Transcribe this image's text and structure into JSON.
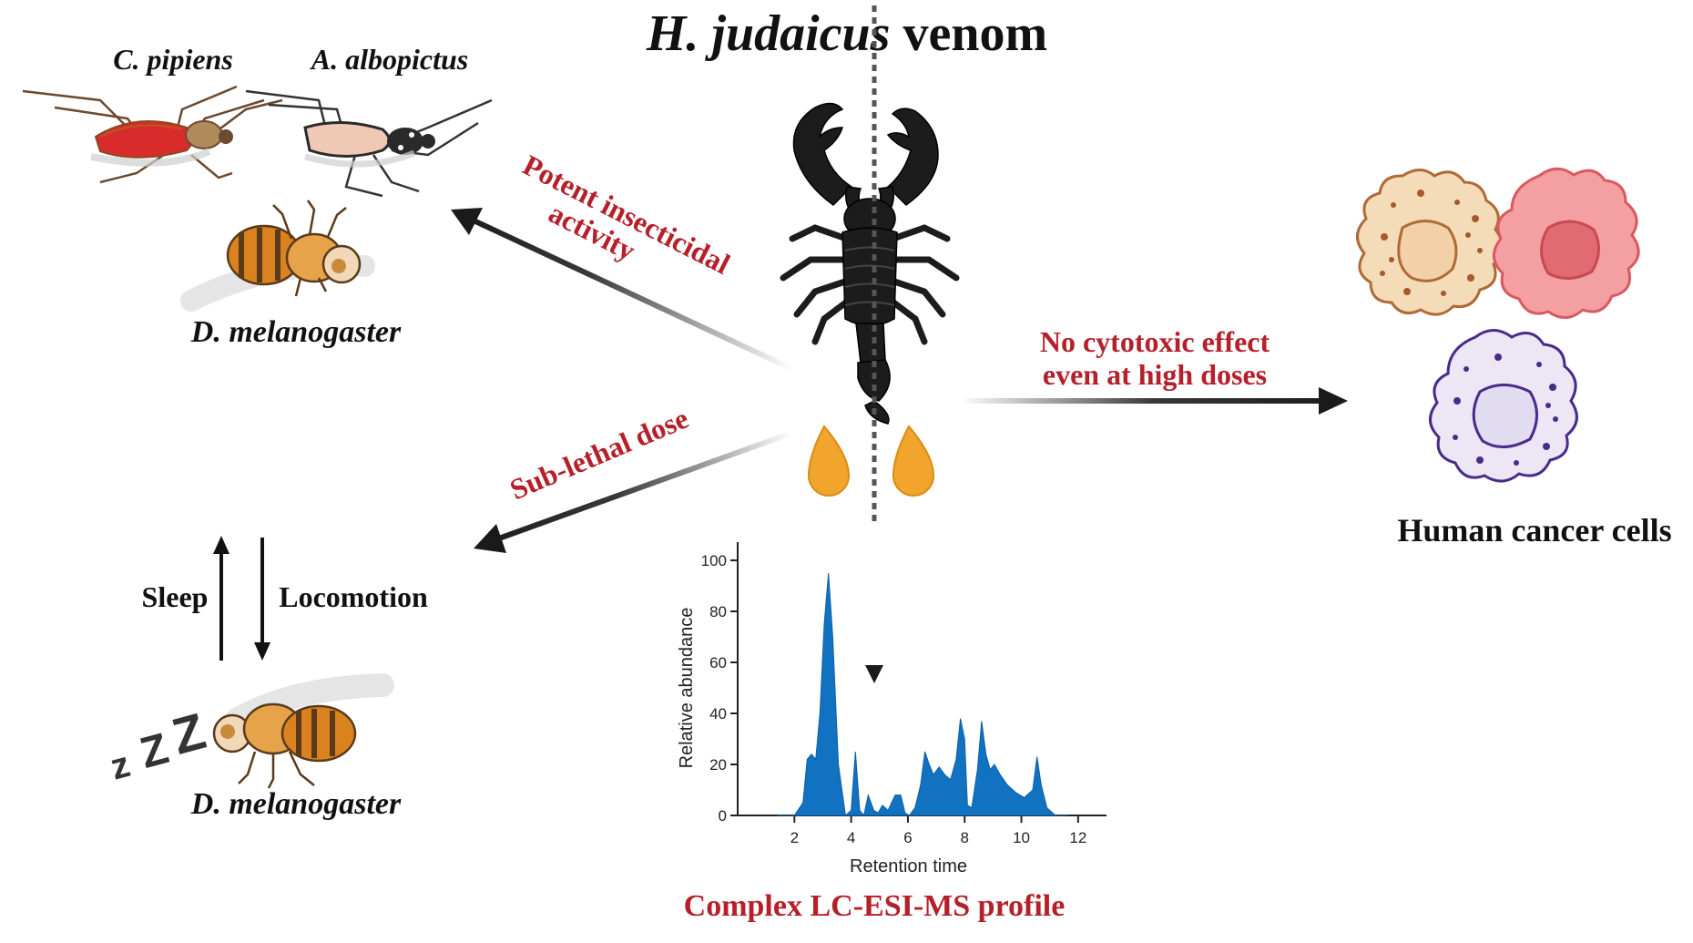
{
  "title": {
    "italic": "H. judaicus",
    "plain": " venom"
  },
  "species": {
    "culex": "C. pipiens",
    "aedes": "A. albopictus",
    "drosophila_top": "D. melanogaster",
    "drosophila_bottom": "D. melanogaster"
  },
  "arrows": {
    "insecticidal_line1": "Potent insecticidal",
    "insecticidal_line2": "activity",
    "sublethal": "Sub-lethal dose",
    "cytotoxic_line1": "No cytotoxic effect",
    "cytotoxic_line2": "even at high doses"
  },
  "behavior": {
    "sleep": "Sleep",
    "locomotion": "Locomotion",
    "zzz": [
      "z",
      "Z",
      "Z"
    ]
  },
  "cells_label": "Human cancer cells",
  "chart_caption": "Complex LC-ESI-MS profile",
  "colors": {
    "accent_red": "#b5202a",
    "chromatogram_blue": "#1172c2",
    "venom_drop": "#f2a52c",
    "cell_tan": "#f5dcb8",
    "cell_pink": "#f4a0a3",
    "cell_purple": "#ece6f5"
  },
  "chart_data": {
    "type": "area",
    "xlabel": "Retention time",
    "ylabel": "Relative abundance",
    "xlim": [
      0,
      13
    ],
    "ylim": [
      0,
      100
    ],
    "xticks": [
      2,
      4,
      6,
      8,
      10,
      12
    ],
    "yticks": [
      0,
      20,
      40,
      60,
      80,
      100
    ],
    "x": [
      1.4,
      2.0,
      2.3,
      2.45,
      2.6,
      2.75,
      2.9,
      3.05,
      3.2,
      3.35,
      3.55,
      3.8,
      4.0,
      4.15,
      4.3,
      4.45,
      4.6,
      4.8,
      4.95,
      5.1,
      5.3,
      5.55,
      5.75,
      5.9,
      6.05,
      6.25,
      6.45,
      6.6,
      6.75,
      6.9,
      7.1,
      7.3,
      7.5,
      7.7,
      7.85,
      8.0,
      8.1,
      8.25,
      8.45,
      8.6,
      8.75,
      8.9,
      9.05,
      9.25,
      9.5,
      9.8,
      10.1,
      10.4,
      10.55,
      10.7,
      10.9,
      11.2,
      11.6
    ],
    "y": [
      0,
      0,
      5,
      22,
      24,
      22,
      40,
      75,
      95,
      70,
      20,
      0,
      2,
      25,
      2,
      0,
      8,
      2,
      1,
      4,
      2,
      8,
      8,
      1,
      0,
      3,
      12,
      25,
      20,
      16,
      19,
      16,
      14,
      22,
      38,
      30,
      4,
      3,
      18,
      37,
      24,
      18,
      20,
      16,
      12,
      9,
      7,
      10,
      23,
      12,
      3,
      0,
      0
    ]
  }
}
